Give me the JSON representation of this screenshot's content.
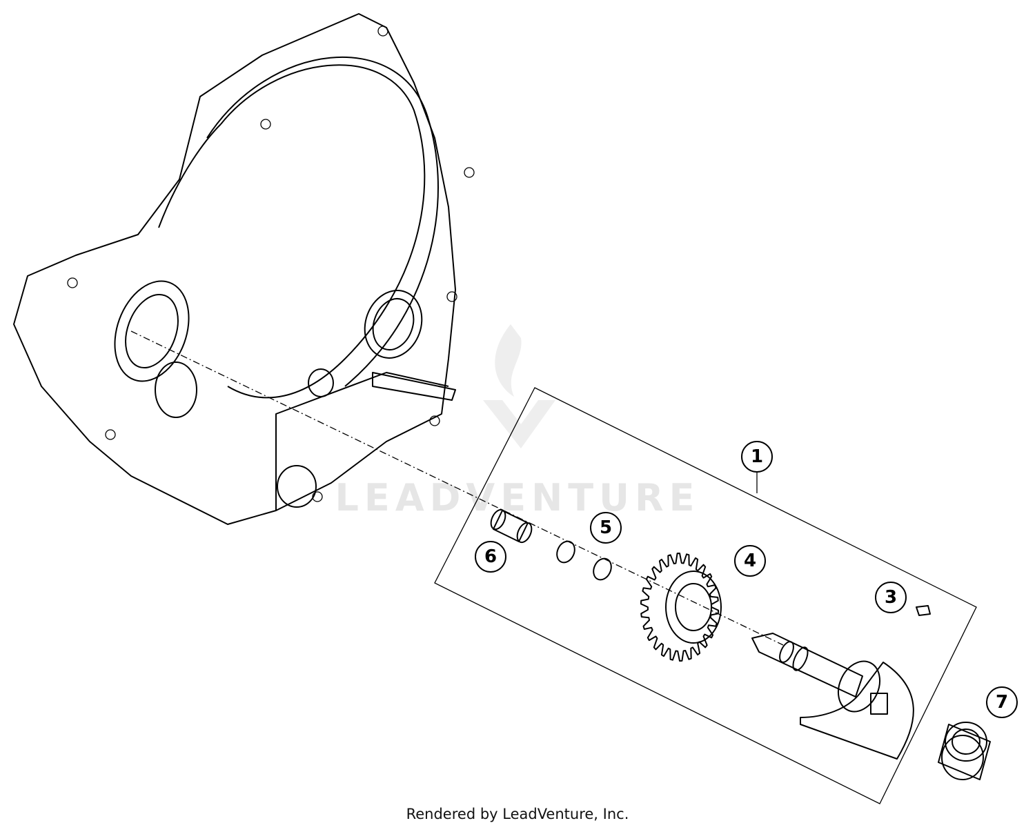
{
  "watermark": {
    "text": "LEADVENTURE"
  },
  "caption": "Rendered by LeadVenture, Inc.",
  "callouts": [
    {
      "label": "1"
    },
    {
      "label": "3"
    },
    {
      "label": "4"
    },
    {
      "label": "5"
    },
    {
      "label": "6"
    },
    {
      "label": "7"
    }
  ],
  "colors": {
    "line": "#000000",
    "watermark": "#e6e6e6",
    "background": "#ffffff"
  }
}
